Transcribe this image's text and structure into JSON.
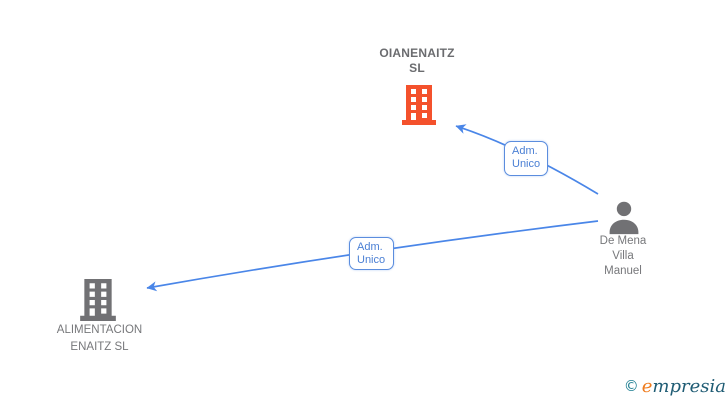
{
  "diagram": {
    "nodes": {
      "company_top": {
        "label": "OIANENAITZ\nSL",
        "type": "company",
        "icon": "building-icon",
        "icon_color": "#f4512c"
      },
      "person": {
        "label": "De Mena\nVilla\nManuel",
        "type": "person",
        "icon": "person-icon",
        "icon_color": "#717174"
      },
      "company_bottom": {
        "label": "ALIMENTACION\nENAITZ  SL",
        "type": "company",
        "icon": "building-icon",
        "icon_color": "#717174"
      }
    },
    "edges": [
      {
        "id": "edge-1",
        "from": "person",
        "to": "company_top",
        "label": "Adm.\nUnico"
      },
      {
        "id": "edge-2",
        "from": "person",
        "to": "company_bottom",
        "label": "Adm.\nUnico"
      }
    ]
  },
  "watermark": {
    "copyright_symbol": "©",
    "brand_initial": "e",
    "brand_rest": "mpresia"
  },
  "colors": {
    "edge_blue": "#4a86e8",
    "edge_label_border": "#5b8dde",
    "edge_label_text": "#4a7fd4",
    "company_top_icon": "#f4512c",
    "neutral_gray": "#717174",
    "node_text": "#77787b",
    "title_text": "#6b6c6f",
    "logo_copyright": "#1d7e91",
    "logo_initial": "#ef7c1f",
    "logo_rest": "#1f5c74"
  }
}
